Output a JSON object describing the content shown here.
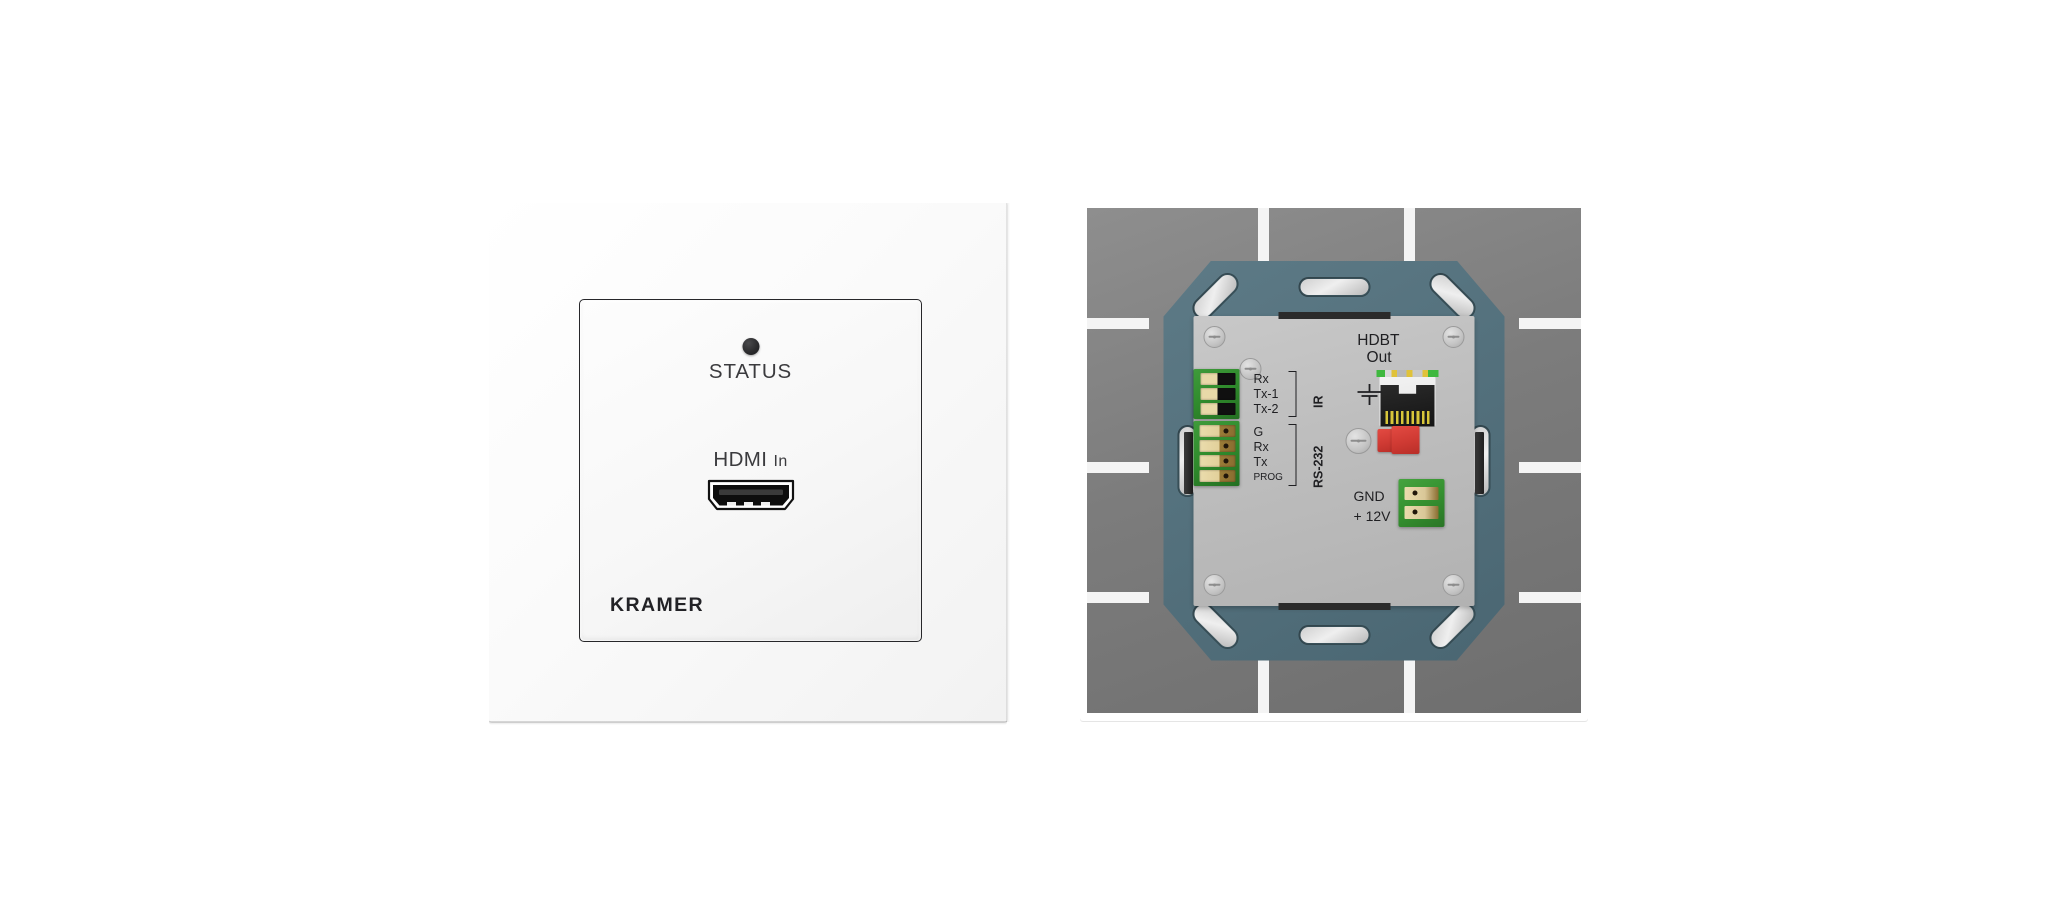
{
  "product": {
    "brand": "KRAMER",
    "type": "wall-plate-hdbaset-transmitter"
  },
  "front_view": {
    "name": "front-faceplate",
    "status_label": "STATUS",
    "status_led": {
      "name": "status-led",
      "color": "#2c2c2e"
    },
    "hdmi": {
      "label_main": "HDMI",
      "label_suffix": "In",
      "port_name": "hdmi-input-port",
      "port_color": "#111111"
    },
    "brand_logo": "KRAMER",
    "colors": {
      "plate": "#fafafa",
      "inner_panel": "#f5f5f5",
      "inner_border": "#27272a",
      "text": "#3b3b3e"
    }
  },
  "rear_view": {
    "name": "rear-assembly",
    "bracket_color": "#53707c",
    "cavity_color": "#7c7c7c",
    "pcb_color": "#bdbdbd",
    "ir_group": {
      "group_label": "IR",
      "pins": [
        "Rx",
        "Tx-1",
        "Tx-2"
      ]
    },
    "rs232_group": {
      "group_label": "RS-232",
      "pins": [
        "G",
        "Rx",
        "Tx",
        "PROG"
      ]
    },
    "hdbt": {
      "label_line1": "HDBT",
      "label_line2": "Out",
      "connector": "rj45-hdbt-output",
      "led_colors": [
        "#3fb83f",
        "#e0c23a"
      ]
    },
    "power": {
      "labels": [
        "GND",
        "+ 12V"
      ],
      "terminal_color": "#359130"
    },
    "ground_symbol": "earth-ground",
    "terminal_block_color": "#2f8a2c",
    "red_component_color": "#cf3a33"
  }
}
